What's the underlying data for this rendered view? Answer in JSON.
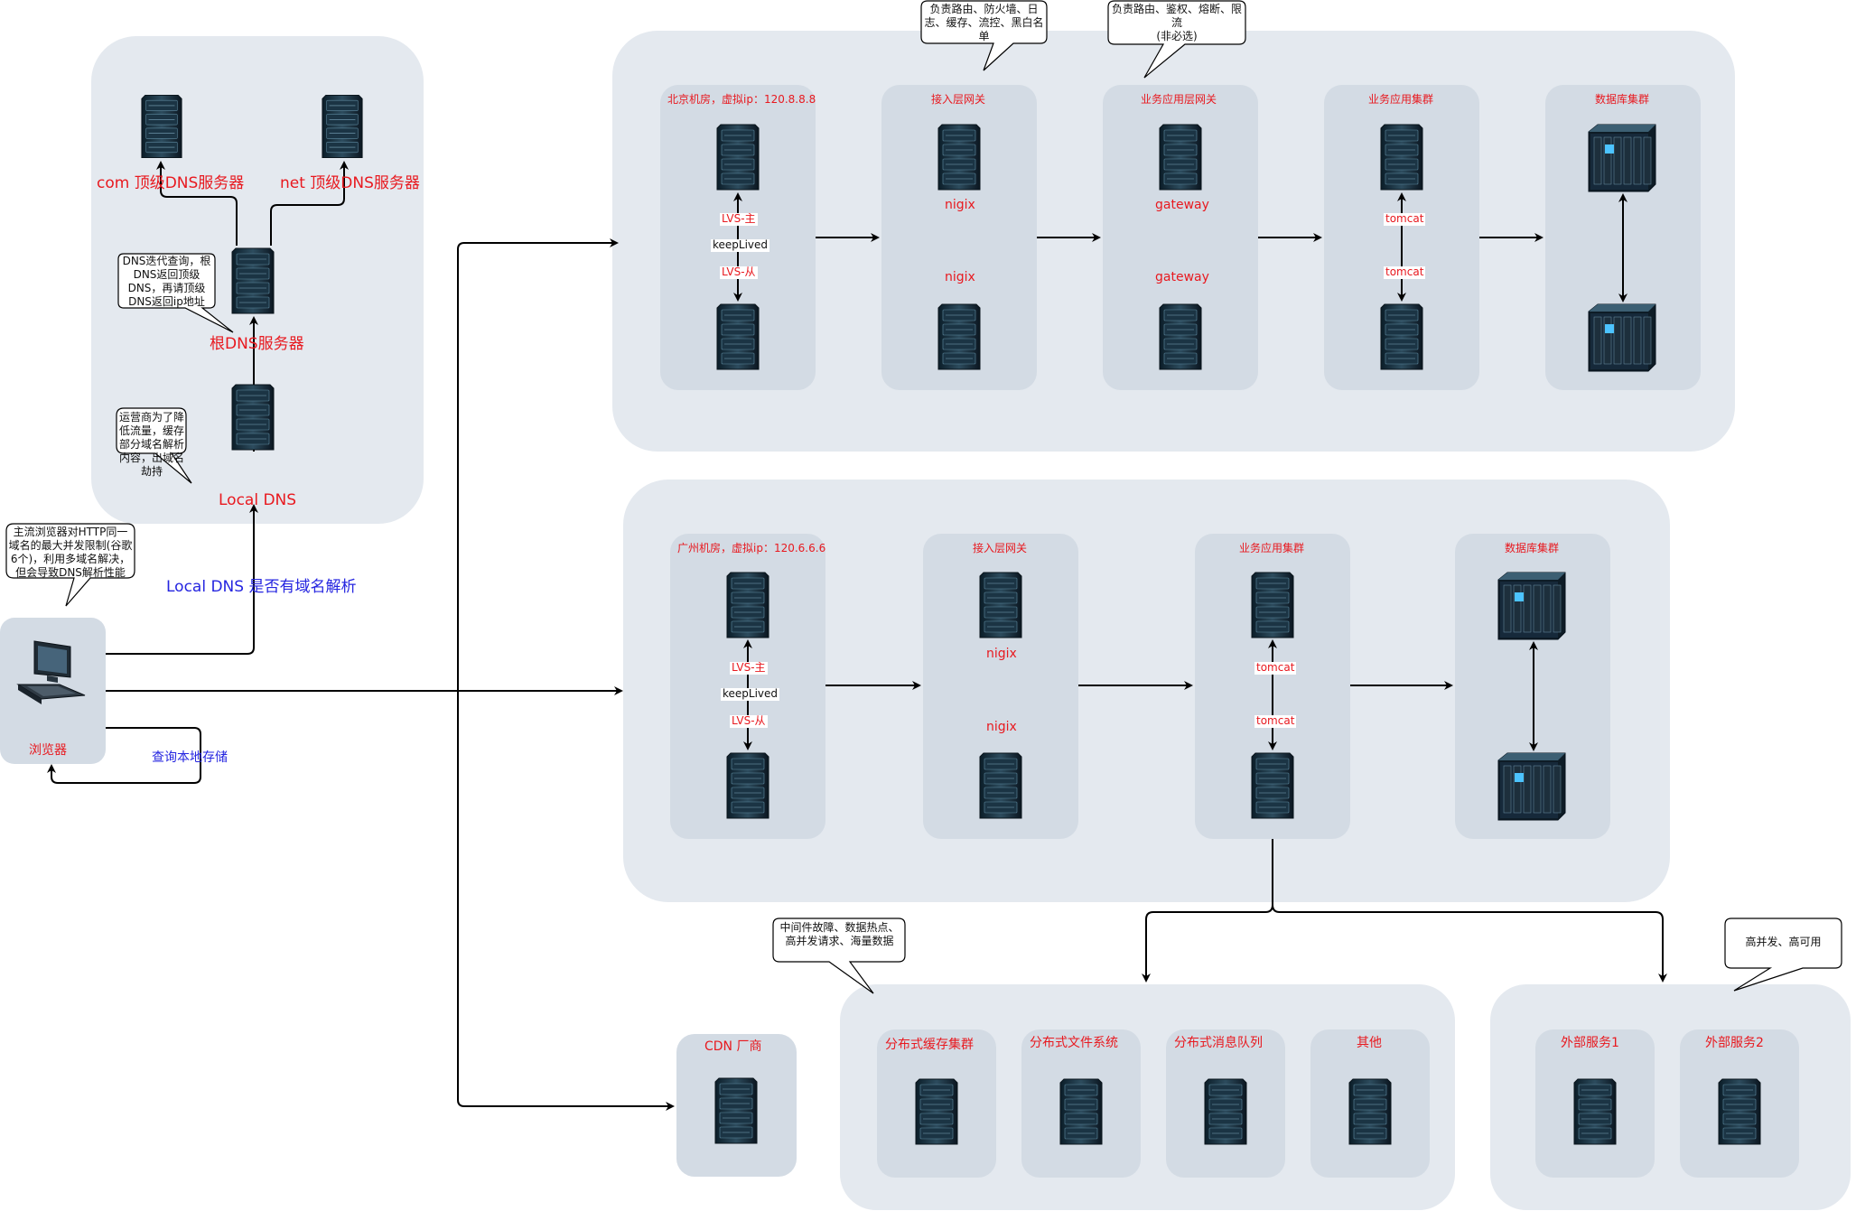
{
  "dns": {
    "com_label": "com 顶级DNS服务器",
    "net_label": "net 顶级DNS服务器",
    "root_label": "根DNS服务器",
    "local_label": "Local DNS",
    "root_callout": "DNS迭代查询，根DNS返回顶级DNS，再请顶级DNS返回ip地址",
    "local_callout": "运营商为了降低流量，缓存部分域名解析内容，出域名劫持"
  },
  "browser": {
    "label": "浏览器",
    "callout": "主流浏览器对HTTP同一域名的最大并发限制(谷歌6个)，利用多域名解决，但会导致DNS解析性能",
    "local_dns_query": "Local DNS 是否有域名解析",
    "local_storage": "查询本地存储"
  },
  "top_callouts": {
    "access": "负责路由、防火墙、日志、缓存、流控、黑白名单",
    "gateway": "负责路由、鉴权、熔断、限流\n(非必选)"
  },
  "beijing": {
    "lb_title": "北京机房，虚拟ip：120.8.8.8",
    "lvs_master": "LVS-主",
    "keepalived": "keepLived",
    "lvs_slave": "LVS-从",
    "access_title": "接入层网关",
    "nginx1": "nigix",
    "nginx2": "nigix",
    "gw_title": "业务应用层网关",
    "gw1": "gateway",
    "gw2": "gateway",
    "app_title": "业务应用集群",
    "tomcat1": "tomcat",
    "tomcat2": "tomcat",
    "db_title": "数据库集群"
  },
  "guangzhou": {
    "lb_title": "广州机房，虚拟ip：120.6.6.6",
    "lvs_master": "LVS-主",
    "keepalived": "keepLived",
    "lvs_slave": "LVS-从",
    "access_title": "接入层网关",
    "nginx1": "nigix",
    "nginx2": "nigix",
    "app_title": "业务应用集群",
    "tomcat1": "tomcat",
    "tomcat2": "tomcat",
    "db_title": "数据库集群"
  },
  "bottom": {
    "middleware_callout": "中间件故障、数据热点、高并发请求、海量数据",
    "external_callout": "高并发、高可用",
    "cdn": "CDN 厂商",
    "cache": "分布式缓存集群",
    "fs": "分布式文件系统",
    "mq": "分布式消息队列",
    "other": "其他",
    "ext1": "外部服务1",
    "ext2": "外部服务2"
  },
  "colors": {
    "label_red": "#e8191f",
    "label_blue": "#2525e0",
    "panel": "#e4e9ef",
    "box": "#d3dbe4"
  }
}
